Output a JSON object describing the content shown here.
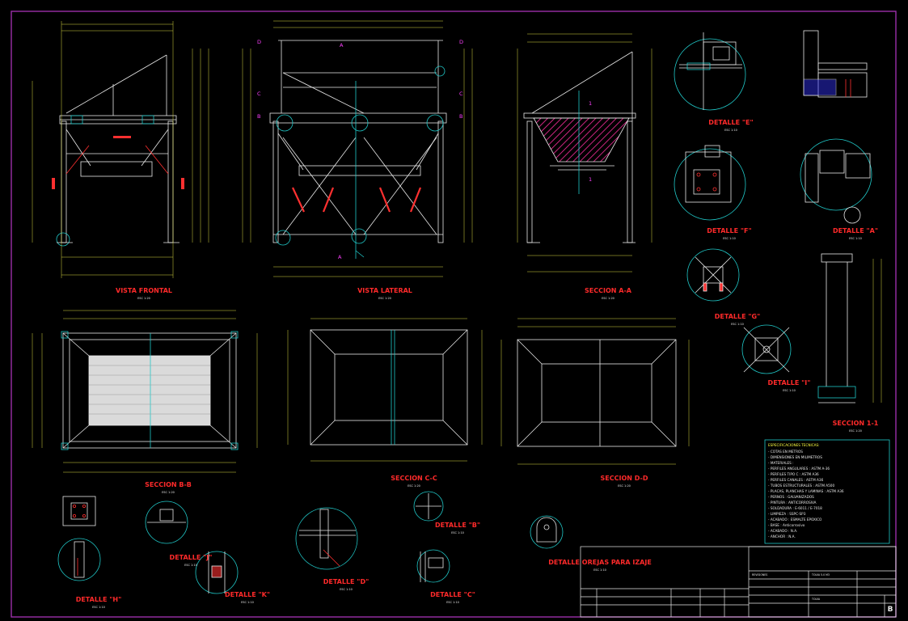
{
  "sheet": {
    "border_color": "#9b2fa8",
    "line_color": "#e8e8e8",
    "dim_color": "#d8d840",
    "accent_red": "#ff2a2a",
    "accent_cyan": "#20c8c8",
    "marker_magenta": "#d040d0",
    "hatch_color": "#ff2ea0"
  },
  "views": {
    "frontal": {
      "title": "VISTA FRONTAL",
      "scale": "ESC 1:20"
    },
    "lateral": {
      "title": "VISTA LATERAL",
      "scale": "ESC 1:20"
    },
    "seccion_aa": {
      "title": "SECCION A-A",
      "scale": "ESC 1:20"
    },
    "seccion_bb": {
      "title": "SECCION B-B",
      "scale": "ESC 1:20"
    },
    "seccion_cc": {
      "title": "SECCION C-C",
      "scale": "ESC 1:20"
    },
    "seccion_dd": {
      "title": "SECCION D-D",
      "scale": "ESC 1:20"
    },
    "seccion_11": {
      "title": "SECCION 1-1",
      "scale": "ESC 1:20"
    }
  },
  "details": {
    "E": {
      "title": "DETALLE \"E\"",
      "scale": "ESC 1:10"
    },
    "F": {
      "title": "DETALLE \"F\"",
      "scale": "ESC 1:10"
    },
    "A": {
      "title": "DETALLE \"A\"",
      "scale": "ESC 1:10"
    },
    "G": {
      "title": "DETALLE \"G\"",
      "scale": "ESC 1:10"
    },
    "I": {
      "title": "DETALLE \"I\"",
      "scale": "ESC 1:10"
    },
    "H": {
      "title": "DETALLE \"H\"",
      "scale": "ESC 1:10"
    },
    "J": {
      "title": "DETALLE \"J\"",
      "scale": "ESC 1:10"
    },
    "K": {
      "title": "DETALLE \"K\"",
      "scale": "ESC 1:10"
    },
    "D": {
      "title": "DETALLE \"D\"",
      "scale": "ESC 1:10"
    },
    "B": {
      "title": "DETALLE \"B\"",
      "scale": "ESC 1:10"
    },
    "C": {
      "title": "DETALLE \"C\"",
      "scale": "ESC 1:10"
    },
    "orejas": {
      "title": "DETALLE OREJAS PARA IZAJE",
      "scale": "ESC 1:10"
    }
  },
  "markers": {
    "A": "A",
    "B": "B",
    "C": "C",
    "D": "D",
    "one": "1"
  },
  "notes": {
    "heading": "ESPECIFICACIONES TECNICAS:",
    "lines": [
      "- COTAS EN METROS",
      "- DIMENSIONES EN MILIMETROS",
      "- MATERIALES :",
      "- PERFILES ANGULARES : ASTM A-36",
      "- PERFILES TIPO C : ASTM A36",
      "- PERFILES CANALES : ASTM A36",
      "- TUBOS ESTRUCTURALES : ASTM A500",
      "- PLACAS, PLANCHAS Y LAMINAS : ASTM A36",
      "- PERNOS : GALVANIZADOS",
      "- PINTURA : ANTICORROSIVA",
      "- SOLDADURA : E-6011 / E-7018",
      "- LIMPIEZA : SSPC-SP3",
      "- ACABADO : ESMALTE EPOXICO",
      "- BASE : Anticorrosivo",
      "- ACABADO : N.A.",
      "- ANCHOR : N.A."
    ]
  },
  "titleblock": {
    "sheet_letter": "B",
    "revision_label": "REVISIONES",
    "code": "TOLVA",
    "project": "TOLVA 5.0 M3"
  }
}
